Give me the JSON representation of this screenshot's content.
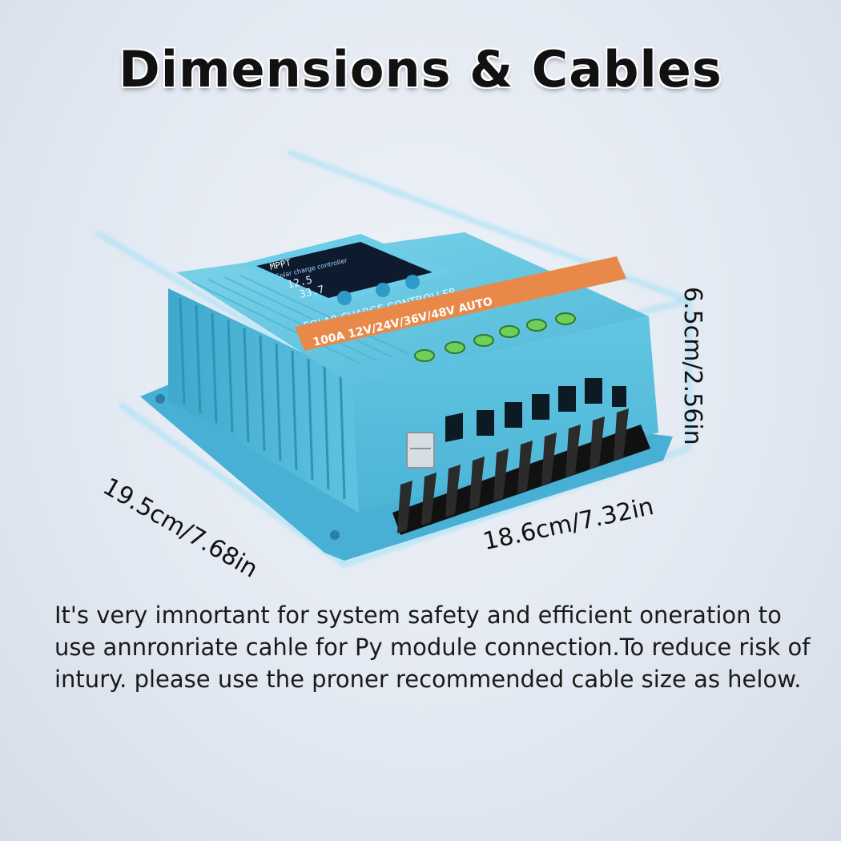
{
  "title": "Dimensions & Cables",
  "product": {
    "screen_header": "MPPT",
    "screen_subheader": "Solar charge controller",
    "screen_reading_1": "12.5",
    "screen_reading_2": "33.7",
    "panel_label": "SOLAR CHARGE CONTROLLER",
    "rating_strip": "100A 12V/24V/36V/48V AUTO",
    "body_color": "#5cc4e0",
    "strip_color": "#e8894a",
    "button_color": "#2e9ac8"
  },
  "dimensions": {
    "depth": "19.5cm/7.68in",
    "width": "18.6cm/7.32in",
    "height": "6.5cm/2.56in"
  },
  "description": "It's very imnortant for system safety and efficient oneration to use annronriate cahle for Py module connection.To reduce risk of intury.  please use the proner recommended cable size as helow."
}
